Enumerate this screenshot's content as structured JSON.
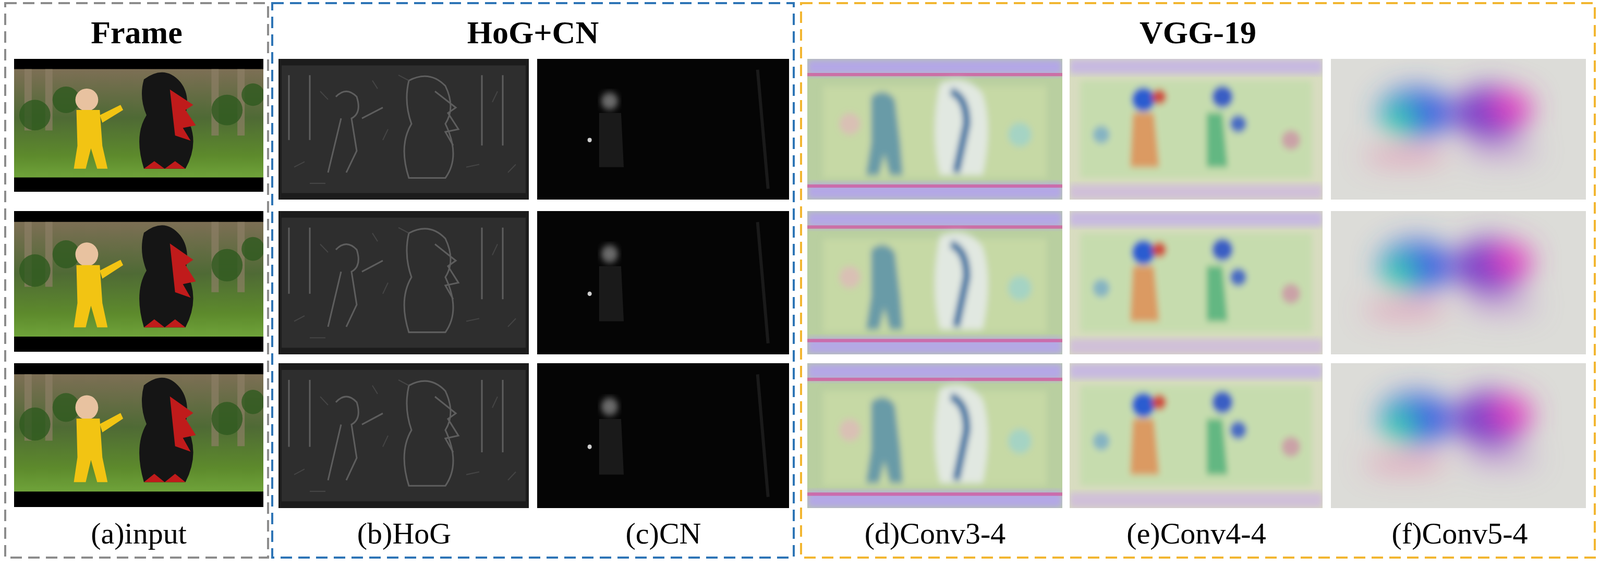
{
  "diagram": {
    "nodes": [
      {
        "text": [
          "Frame"
        ]
      },
      {
        "text": [
          "HoG+CN"
        ]
      },
      {
        "text": [
          "VGG-19"
        ]
      }
    ],
    "labels": [
      "(a)input",
      "(b)HoG",
      "(c)CN",
      "(d)Conv3-4",
      "(e)Conv4-4",
      "(f)Conv5-4"
    ]
  }
}
